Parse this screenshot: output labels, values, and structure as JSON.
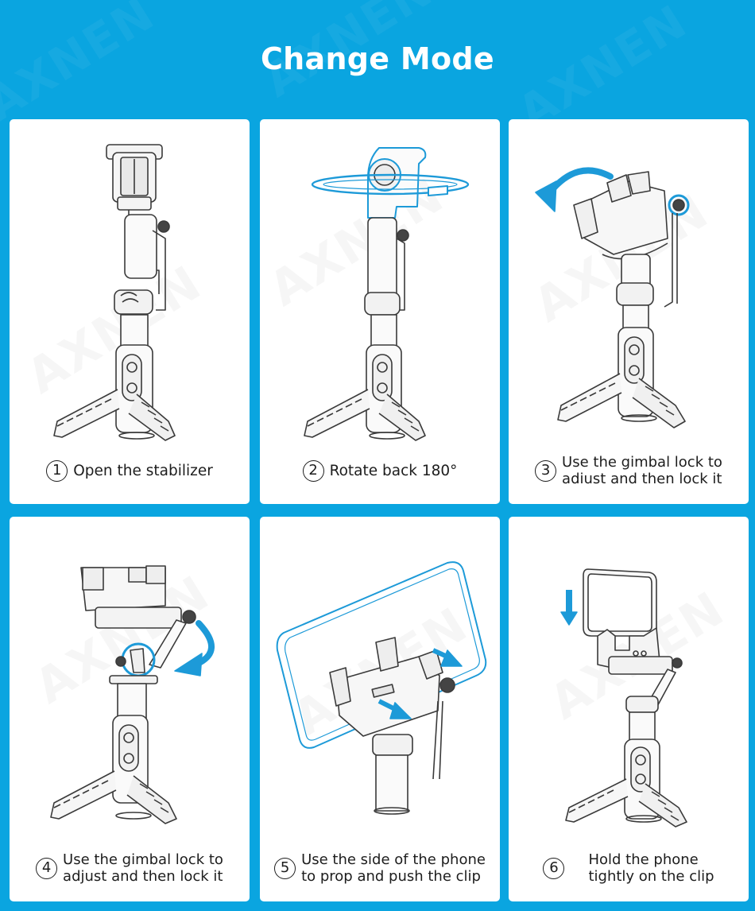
{
  "page": {
    "title": "Change Mode",
    "brand_watermark": "AXNEN",
    "colors": {
      "background": "#0aa5e0",
      "accent": "#1d9ad8",
      "card": "#ffffff",
      "text": "#1d1d1d",
      "line_art": "#3a3a3a"
    }
  },
  "steps": [
    {
      "number": "1",
      "lines": [
        "Open the stabilizer"
      ],
      "illustration": "stabilizer-open-icon"
    },
    {
      "number": "2",
      "lines": [
        "Rotate back 180°"
      ],
      "illustration": "rotate-180-icon"
    },
    {
      "number": "3",
      "lines": [
        "Use the gimbal lock to",
        "adiust and then lock it"
      ],
      "illustration": "gimbal-lock-rotate-left-icon"
    },
    {
      "number": "4",
      "lines": [
        "Use the gimbal lock to",
        "adjust and then lock it"
      ],
      "illustration": "gimbal-lock-rotate-down-icon"
    },
    {
      "number": "5",
      "lines": [
        "Use the side of the phone",
        "to prop and push the clip"
      ],
      "illustration": "phone-push-clip-icon"
    },
    {
      "number": "6",
      "lines": [
        "Hold the phone",
        "tightly on the clip"
      ],
      "illustration": "phone-hold-clip-icon"
    }
  ]
}
